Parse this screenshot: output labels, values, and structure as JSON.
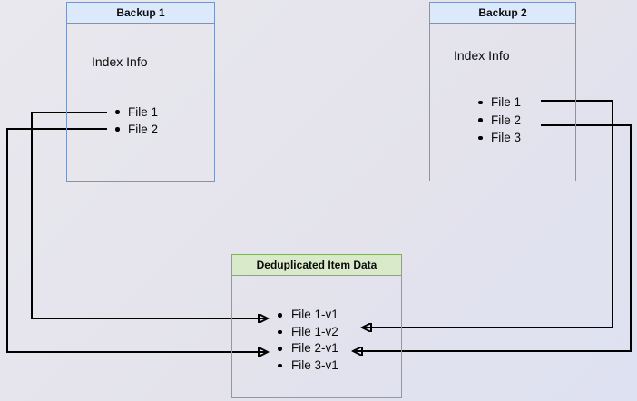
{
  "backup1": {
    "title": "Backup 1",
    "index_label": "Index Info",
    "files": [
      "File 1",
      "File 2"
    ]
  },
  "backup2": {
    "title": "Backup 2",
    "index_label": "Index Info",
    "files": [
      "File 1",
      "File 2",
      "File 3"
    ]
  },
  "dedup": {
    "title": "Deduplicated Item Data",
    "items": [
      "File 1-v1",
      "File 1-v2",
      "File 2-v1",
      "File 3-v1"
    ]
  },
  "edges": [
    {
      "from": "Backup 1 / File 1",
      "to": "Deduplicated Item Data / File 1-v1"
    },
    {
      "from": "Backup 1 / File 2",
      "to": "Deduplicated Item Data / File 2-v1"
    },
    {
      "from": "Backup 2 / File 1",
      "to": "Deduplicated Item Data / File 1-v2"
    },
    {
      "from": "Backup 2 / File 2",
      "to": "Deduplicated Item Data / File 2-v1"
    }
  ],
  "colors": {
    "blue_border": "#7b95c3",
    "blue_fill": "#dbe9fb",
    "green_border": "#85ad62",
    "green_fill": "#d9eaca",
    "line_color": "#000000",
    "text_color": "#0b0b0b"
  }
}
